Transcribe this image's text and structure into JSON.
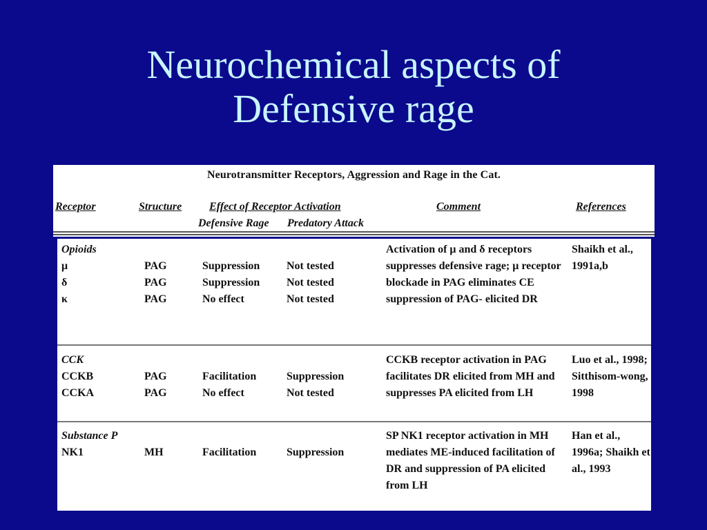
{
  "title": {
    "line1": "Neurochemical aspects of",
    "line2": "Defensive rage"
  },
  "table": {
    "caption": "Neurotransmitter Receptors, Aggression and Rage in the Cat.",
    "headers": {
      "receptor": "Receptor",
      "structure": "Structure",
      "effect": "Effect of Receptor Activation",
      "effect_dr": "Defensive Rage",
      "effect_pa": "Predatory Attack",
      "comment": "Comment",
      "references": "References"
    },
    "groups": [
      {
        "name": "Opioids",
        "rows": [
          {
            "receptor": "μ",
            "structure": "PAG",
            "dr": "Suppression",
            "pa": "Not tested"
          },
          {
            "receptor": "δ",
            "structure": "PAG",
            "dr": "Suppression",
            "pa": "Not tested"
          },
          {
            "receptor": "κ",
            "structure": "PAG",
            "dr": "No effect",
            "pa": "Not tested"
          }
        ],
        "comment": "Activation of μ and δ receptors suppresses defensive rage; μ receptor blockade in PAG eliminates CE suppression of PAG- elicited DR",
        "references": "Shaikh et al., 1991a,b"
      },
      {
        "name": "CCK",
        "rows": [
          {
            "receptor": "CCKB",
            "structure": "PAG",
            "dr": "Facilitation",
            "pa": "Suppression"
          },
          {
            "receptor": "CCKA",
            "structure": "PAG",
            "dr": "No effect",
            "pa": "Not tested"
          }
        ],
        "comment": "CCKB receptor activation in PAG facilitates DR elicited from MH and suppresses PA elicited from LH",
        "references": "Luo et al., 1998; Sitthisom-wong, 1998"
      },
      {
        "name": "Substance P",
        "rows": [
          {
            "receptor": "NK1",
            "structure": "MH",
            "dr": "Facilitation",
            "pa": "Suppression"
          }
        ],
        "comment": "SP NK1 receptor activation in MH mediates ME-induced facilitation of DR and suppression of PA elicited from LH",
        "references": "Han et al., 1996a; Shaikh et al., 1993"
      }
    ]
  }
}
